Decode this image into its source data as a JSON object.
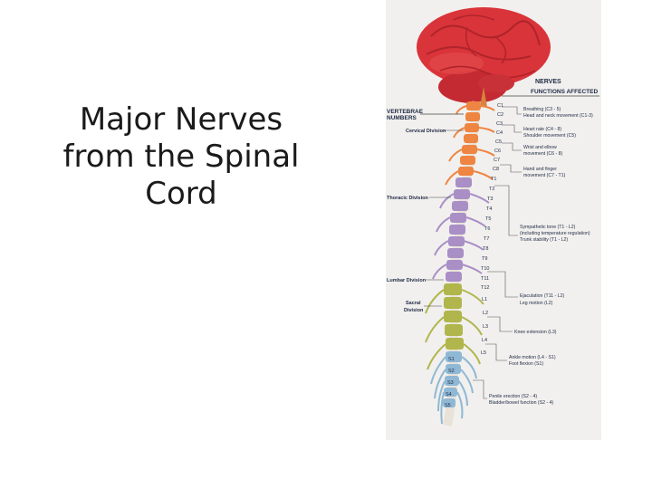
{
  "slide": {
    "title_lines": [
      "Major Nerves",
      "from the Spinal",
      "Cord"
    ]
  },
  "figure": {
    "header_nerves": "NERVES",
    "header_functions": "FUNCTIONS AFFECTED",
    "label_vertebrae": "VERTEBRAE",
    "label_numbers": "NUMBERS",
    "divisions": [
      "Cervical Division",
      "Thoracic Division",
      "Lumbar Division",
      "Sacral",
      "Division"
    ],
    "vertebra_labels": [
      "C1",
      "C2",
      "C3",
      "C4",
      "C5",
      "C6",
      "C7",
      "C8",
      "T1",
      "T2",
      "T3",
      "T4",
      "T5",
      "T6",
      "T7",
      "T8",
      "T9",
      "T10",
      "T11",
      "T12",
      "L1",
      "L2",
      "L3",
      "L4",
      "L5",
      "S1",
      "S2",
      "S3",
      "S4",
      "S5"
    ],
    "function_notes": [
      "Breathing (C3 - 5)",
      "Head and neck movement (C1-3)",
      "Heart rate (C4 - 8)",
      "Shoulder movement (C5)",
      "Wrist and elbow",
      "movement (C6 - 8)",
      "Hand and finger",
      "movement (C7 - T1)",
      "Sympathetic tone (T1 - L2)",
      "(including temperature regulation)",
      "Trunk stability (T1 - L2)",
      "Ejaculation (T11 - L2)",
      "Leg motion (L2)",
      "Knee extension (L3)",
      "Ankle motion (L4 - S1)",
      "Foot flexion (S1)",
      "Penile erection (S2 - 4)",
      "Bladder/bowel function (S2 - 4)"
    ],
    "colors": {
      "brain": "#d9343a",
      "cervical": "#ee8542",
      "thoracic": "#a98fc6",
      "lumbar": "#b1b64c",
      "sacral": "#8fb8d4"
    }
  }
}
